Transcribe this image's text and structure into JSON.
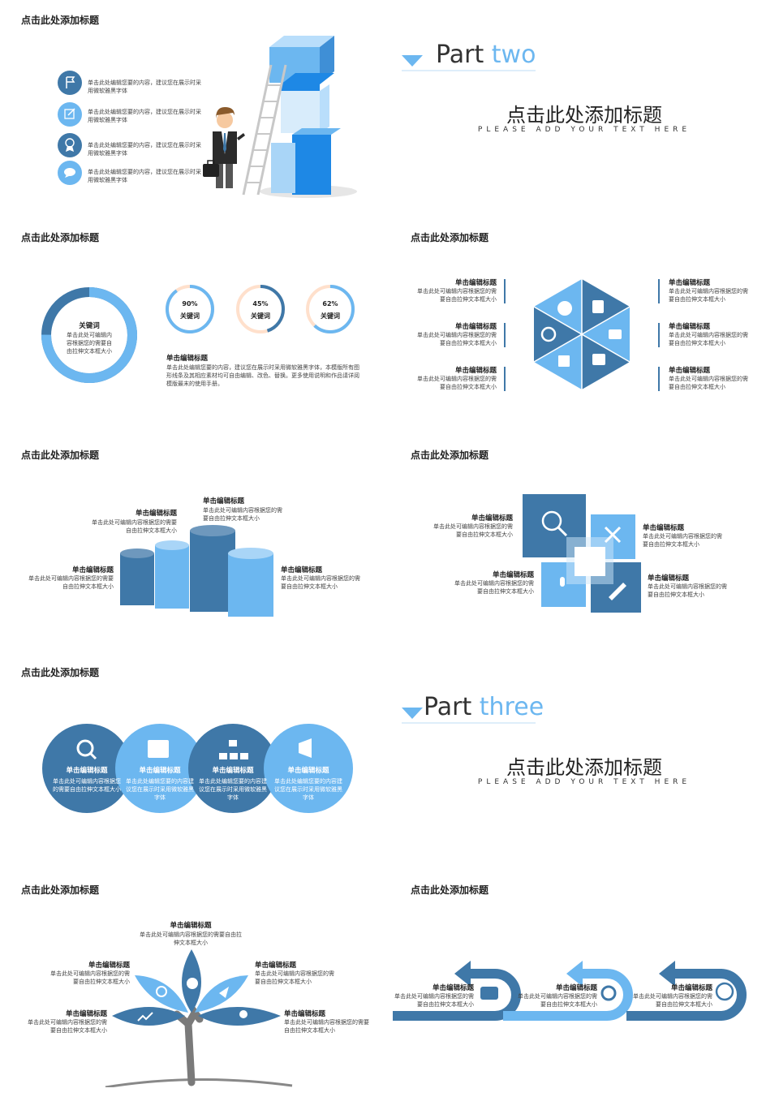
{
  "common": {
    "slide_title": "点击此处添加标题",
    "item_heading": "单击编辑标题",
    "desc_short": "单击此处可编辑内容根据您的需要自由拉伸文本框大小",
    "desc_icon": "单击此处编辑您要的内容，建议您在展示时采用微软雅黑字体",
    "desc_circle": "单击此处编辑您要的内容建议您在展示时采用微软雅黑字体"
  },
  "part_two": {
    "word1": "Part",
    "word2": "two",
    "title": "点击此处添加标题",
    "subtitle": "PLEASE ADD YOUR TEXT HERE"
  },
  "part_three": {
    "word1": "Part",
    "word2": "three",
    "title": "点击此处添加标题",
    "subtitle": "PLEASE ADD YOUR TEXT HERE"
  },
  "donut": {
    "keyword": "关键词",
    "center_text": "单击此处可编辑内容根据您的需要自由拉伸文本框大小",
    "rings": [
      {
        "percent": "90%",
        "value": 0.9,
        "label": "关键词",
        "color": "#6cb7f0",
        "track": "#ffe0cc"
      },
      {
        "percent": "45%",
        "value": 0.45,
        "label": "关键词",
        "color": "#3f78a8",
        "track": "#ffe0cc"
      },
      {
        "percent": "62%",
        "value": 0.62,
        "label": "关键词",
        "color": "#6cb7f0",
        "track": "#ffe0cc"
      }
    ],
    "body_heading": "单击编辑标题",
    "body_text": "单击此处编辑您要的内容，建议您在展示时采用微软雅黑字体，本模版所有图形线条及其相应素材均可自由编辑、改色、替换。更多使用说明和作品请详阅模版最末的使用手册。"
  },
  "leaf_top": "单击此处可编辑内容根据您的需要自由拉伸文本框大小",
  "colors": {
    "dark": "#3f78a8",
    "light": "#6cb7f0",
    "pale": "#a9d5f7",
    "accent": "#1e88e5"
  }
}
